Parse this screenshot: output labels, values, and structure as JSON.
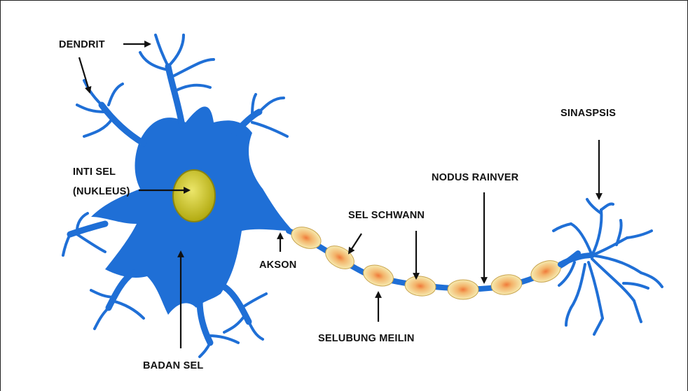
{
  "diagram": {
    "colors": {
      "neuron": "#1f6fd6",
      "nucleus_fill": "#c9c21a",
      "nucleus_stroke": "#8a8410",
      "myelin_fill": "#f5e7a0",
      "myelin_core": "#f08a4b",
      "arrow": "#111111",
      "label": "#111111"
    },
    "labels": {
      "dendrit": "DENDRIT",
      "inti_sel_line1": "INTI SEL",
      "inti_sel_line2": "(NUKLEUS)",
      "badan_sel": "BADAN SEL",
      "akson": "AKSON",
      "sel_schwann": "SEL SCHWANN",
      "selubung_meilin": "SELUBUNG MEILIN",
      "nodus_rainver": "NODUS RAINVER",
      "sinaspsis": "SINASPSIS"
    }
  }
}
